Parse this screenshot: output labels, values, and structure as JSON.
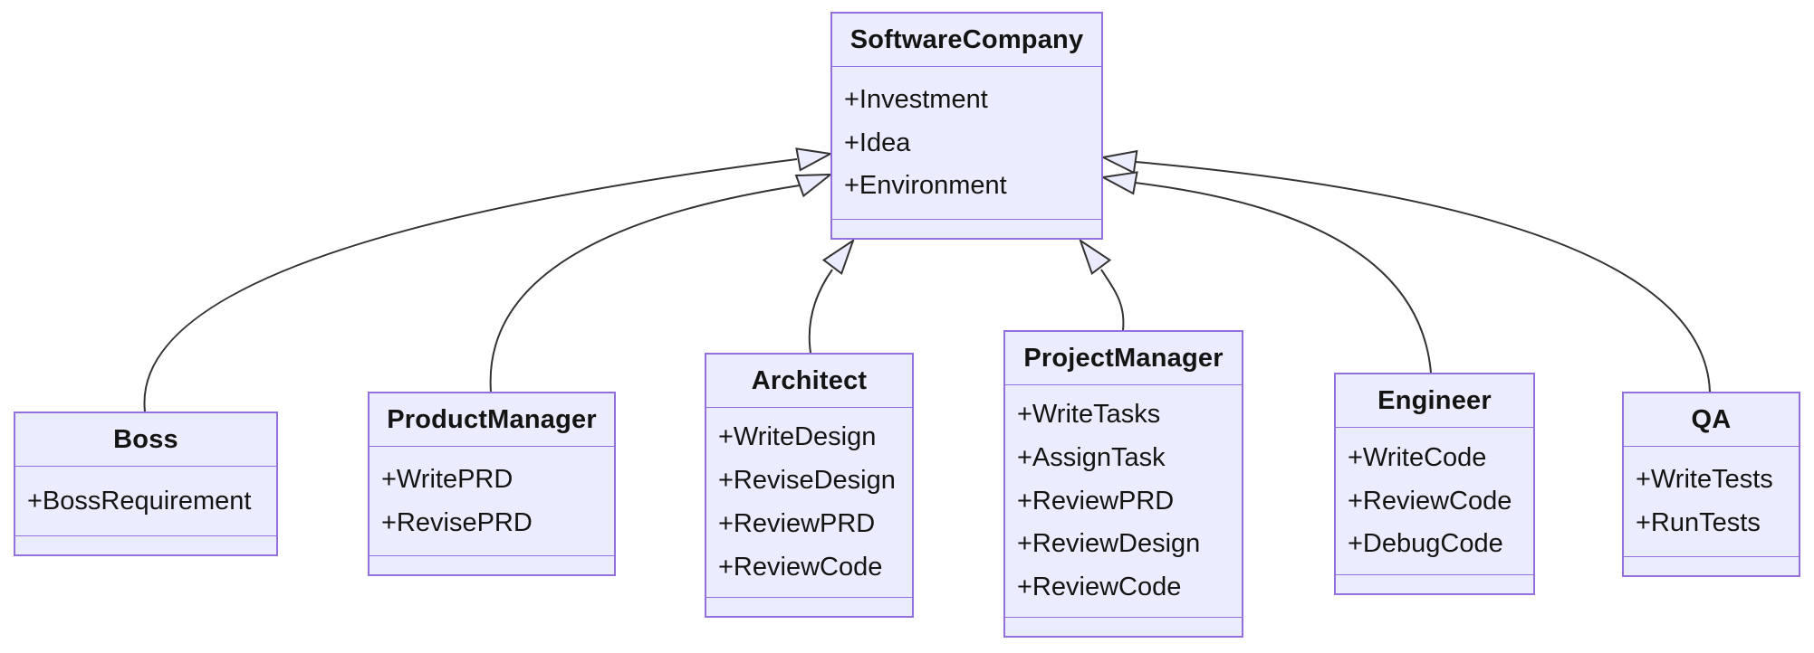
{
  "diagram": {
    "type": "uml-class-diagram",
    "classes": [
      {
        "name": "SoftwareCompany",
        "members": [
          "+Investment",
          "+Idea",
          "+Environment"
        ],
        "methods": []
      },
      {
        "name": "Boss",
        "members": [
          "+BossRequirement"
        ],
        "methods": []
      },
      {
        "name": "ProductManager",
        "members": [
          "+WritePRD",
          "+RevisePRD"
        ],
        "methods": []
      },
      {
        "name": "Architect",
        "members": [
          "+WriteDesign",
          "+ReviseDesign",
          "+ReviewPRD",
          "+ReviewCode"
        ],
        "methods": []
      },
      {
        "name": "ProjectManager",
        "members": [
          "+WriteTasks",
          "+AssignTask",
          "+ReviewPRD",
          "+ReviewDesign",
          "+ReviewCode"
        ],
        "methods": []
      },
      {
        "name": "Engineer",
        "members": [
          "+WriteCode",
          "+ReviewCode",
          "+DebugCode"
        ],
        "methods": []
      },
      {
        "name": "QA",
        "members": [
          "+WriteTests",
          "+RunTests"
        ],
        "methods": []
      }
    ],
    "relationships": [
      {
        "from": "Boss",
        "to": "SoftwareCompany",
        "type": "inheritance"
      },
      {
        "from": "ProductManager",
        "to": "SoftwareCompany",
        "type": "inheritance"
      },
      {
        "from": "Architect",
        "to": "SoftwareCompany",
        "type": "inheritance"
      },
      {
        "from": "ProjectManager",
        "to": "SoftwareCompany",
        "type": "inheritance"
      },
      {
        "from": "Engineer",
        "to": "SoftwareCompany",
        "type": "inheritance"
      },
      {
        "from": "QA",
        "to": "SoftwareCompany",
        "type": "inheritance"
      }
    ],
    "colors": {
      "node_fill": "#ECECFF",
      "node_border": "#9370DB",
      "edge_line": "#333333",
      "text": "#141414",
      "background": "#FFFFFF"
    }
  }
}
